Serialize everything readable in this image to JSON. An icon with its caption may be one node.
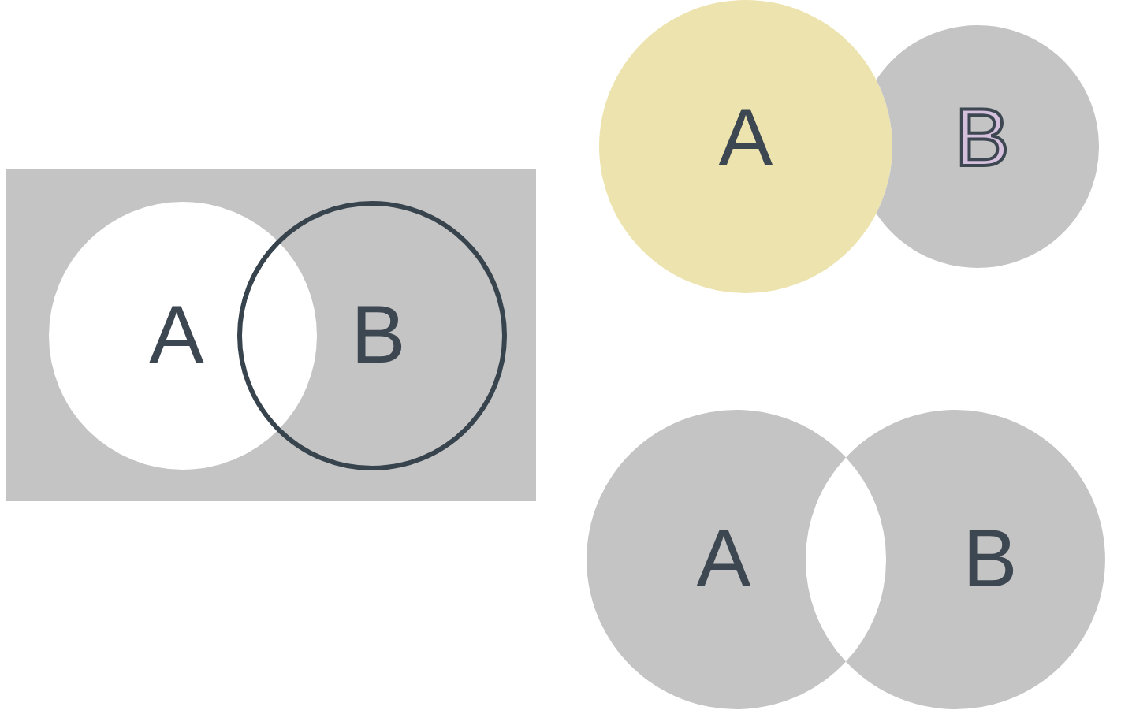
{
  "diagram": {
    "nodes": [
      {
        "text": [],
        "shape": "box"
      },
      {
        "text": [
          "A"
        ],
        "in": 0
      },
      {
        "text": [
          "B"
        ],
        "in": 0
      },
      {
        "text": [
          "A"
        ]
      },
      {
        "text": [
          "B"
        ]
      },
      {
        "text": [
          "A"
        ]
      },
      {
        "text": [
          "B"
        ]
      }
    ]
  }
}
